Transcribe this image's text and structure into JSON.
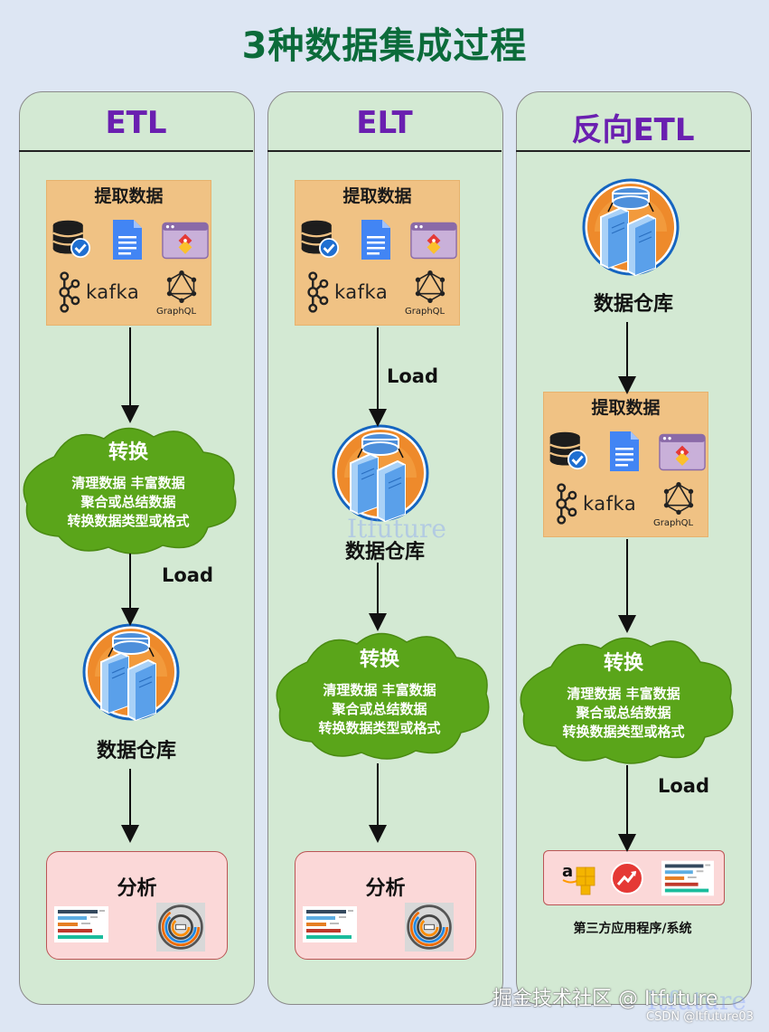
{
  "title": "3种数据集成过程",
  "columns": [
    {
      "title": "ETL"
    },
    {
      "title": "ELT"
    },
    {
      "title": "反向ETL"
    }
  ],
  "extract": {
    "title": "提取数据",
    "kafka": "kafka",
    "graphql": "GraphQL"
  },
  "transform": {
    "title": "转换",
    "line1": "清理数据  丰富数据",
    "line2": "聚合或总结数据",
    "line3": "转换数据类型或格式"
  },
  "load_label": "Load",
  "warehouse_label": "数据仓库",
  "analysis_label": "分析",
  "third_party_label": "第三方应用程序/系统",
  "watermark": "Itfuture",
  "footer": {
    "line1": "掘金技术社区 @ Itfuture",
    "line2": "CSDN @Itfuture03"
  },
  "colors": {
    "title": "#0b6b3a",
    "column_title": "#6a1fb0",
    "column_bg": "#d3e9d3",
    "cloud": "#5aa51a",
    "extract_bg": "#f0c284",
    "analysis_bg": "#fbd8d8"
  }
}
